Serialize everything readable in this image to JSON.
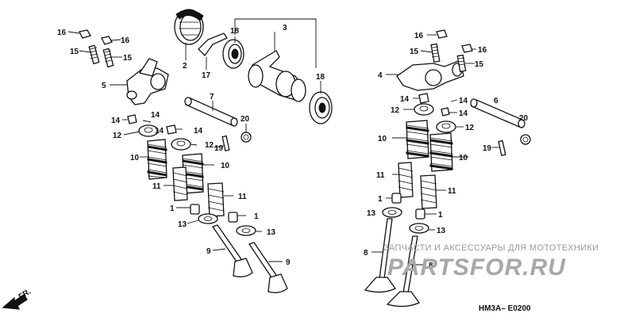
{
  "diagram": {
    "code": "HM3A– E0200",
    "direction_label": "FR.",
    "callouts": {
      "c16a": "16",
      "c16b": "16",
      "c15a": "15",
      "c15b": "15",
      "c5": "5",
      "c14a": "14",
      "c14b": "14",
      "c14c": "14",
      "c12a": "12",
      "c12b": "12",
      "c10a": "10",
      "c10b": "10",
      "c11a": "11",
      "c11b": "11",
      "c1a": "1",
      "c1b": "1",
      "c13a": "13",
      "c13b": "13",
      "c9a": "9",
      "c9b": "9",
      "c2": "2",
      "c17": "17",
      "c18a": "18",
      "c3": "3",
      "c18b": "18",
      "c7": "7",
      "c20a": "20",
      "c19a": "19",
      "c16c": "16",
      "c16d": "16",
      "c15c": "15",
      "c15d": "15",
      "c4": "4",
      "c14d": "14",
      "c14e": "14",
      "c14f": "14",
      "c12c": "12",
      "c12d": "12",
      "c6": "6",
      "c20b": "20",
      "c10c": "10",
      "c10d": "10",
      "c19b": "19",
      "c11c": "11",
      "c11d": "11",
      "c1c": "1",
      "c1d": "1",
      "c13c": "13",
      "c13d": "13",
      "c8a": "8",
      "c8b": "8"
    }
  },
  "watermark": {
    "text": "ЗАПЧАСТИ И АКСЕССУАРЫ ДЛЯ МОТОТЕХНИКИ",
    "logo": "PARTSFOR.RU"
  }
}
